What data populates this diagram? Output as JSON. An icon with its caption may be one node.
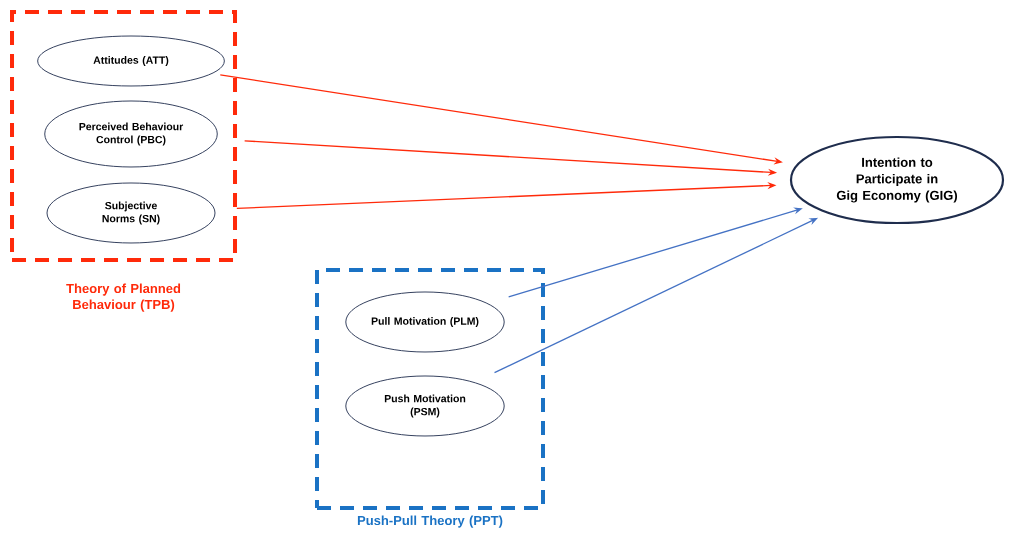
{
  "diagram": {
    "nodes": [
      {
        "text": [
          "Theory of Planned Behaviour (TPB)"
        ]
      },
      {
        "text": [
          "Attitudes (ATT)"
        ],
        "in": 0
      },
      {
        "text": [
          "Perceived Behaviour Control (PBC)"
        ],
        "in": 0
      },
      {
        "text": [
          "Subjective Norms (SN)"
        ],
        "in": 0
      },
      {
        "text": [
          "Push-Pull Theory (PPT)"
        ]
      },
      {
        "text": [
          "Pull Motivation (PLM)"
        ],
        "in": 4
      },
      {
        "text": [
          "Push Motivation (PSM)"
        ],
        "in": 4
      },
      {
        "text": [
          "Intention to Participate in Gig Economy (GIG)"
        ]
      }
    ],
    "edges": [
      {
        "from": 1,
        "to": 7,
        "arrow": "to"
      },
      {
        "from": 2,
        "to": 7,
        "arrow": "to"
      },
      {
        "from": 3,
        "to": 7,
        "arrow": "to"
      },
      {
        "from": 5,
        "to": 7,
        "arrow": "to",
        "color": "#4472c4"
      },
      {
        "from": 6,
        "to": 7,
        "arrow": "to",
        "color": "#4472c4"
      }
    ]
  }
}
